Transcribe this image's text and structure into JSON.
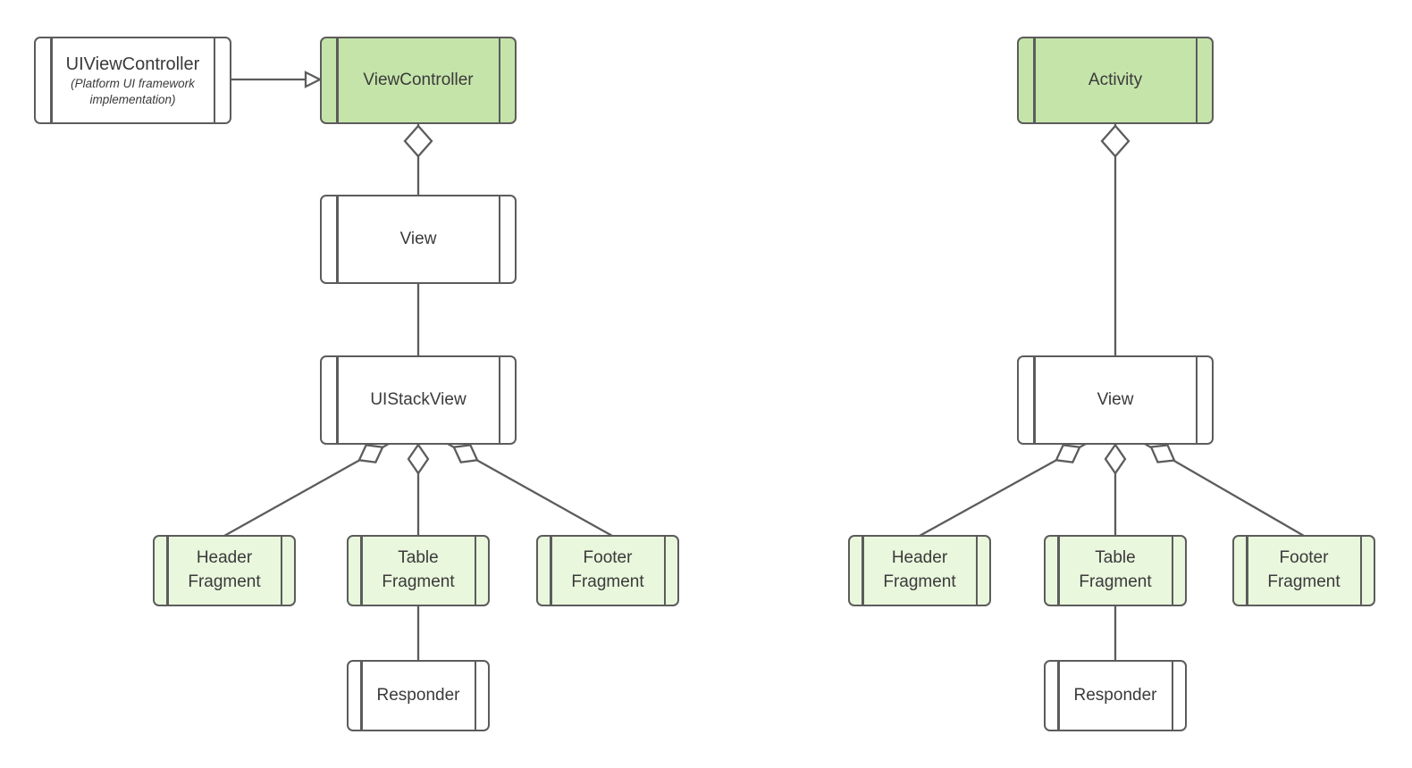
{
  "diagram": {
    "colors": {
      "stroke": "#5c5c5c",
      "text": "#3a3a3a",
      "node_fill_white": "#ffffff",
      "node_fill_green": "#c5e4aa",
      "node_fill_light_green": "#e9f7dd",
      "canvas_bg": "#ffffff"
    },
    "glyphs": {
      "aggregation": "hollow-diamond",
      "realization": "hollow-triangle-arrowhead"
    },
    "left": {
      "uiviewcontroller": {
        "title": "UIViewController",
        "subtitle": "(Platform UI framework implementation)"
      },
      "viewcontroller": {
        "label": "ViewController"
      },
      "view": {
        "label": "View"
      },
      "uistackview": {
        "label": "UIStackView"
      },
      "header_fragment": {
        "label": "Header Fragment"
      },
      "table_fragment": {
        "label": "Table Fragment"
      },
      "footer_fragment": {
        "label": "Footer Fragment"
      },
      "responder": {
        "label": "Responder"
      }
    },
    "right": {
      "activity": {
        "label": "Activity"
      },
      "view": {
        "label": "View"
      },
      "header_fragment": {
        "label": "Header Fragment"
      },
      "table_fragment": {
        "label": "Table Fragment"
      },
      "footer_fragment": {
        "label": "Footer Fragment"
      },
      "responder": {
        "label": "Responder"
      }
    }
  }
}
